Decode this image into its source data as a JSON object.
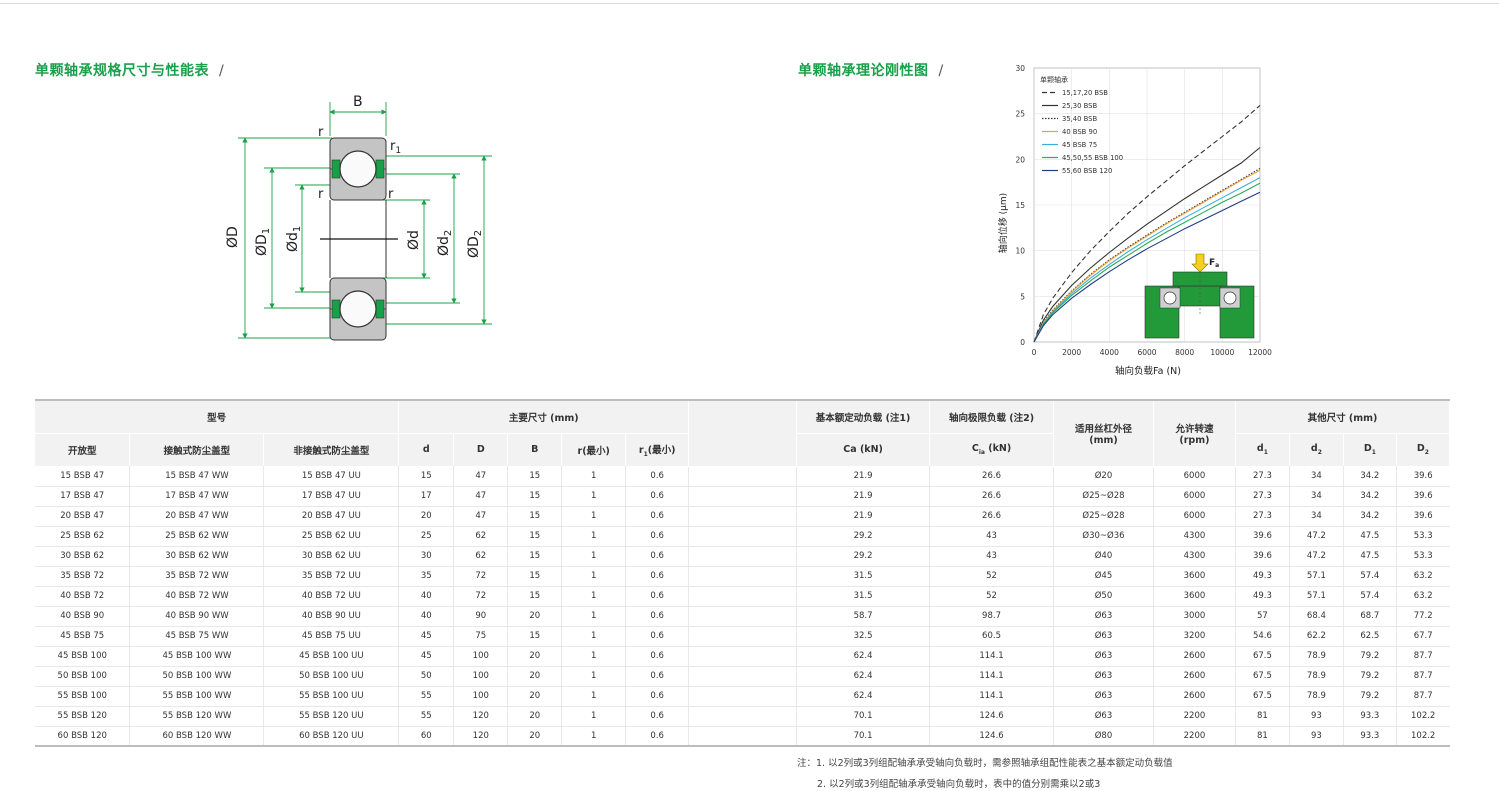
{
  "sections": {
    "spec_title": "单颗轴承规格尺寸与性能表",
    "chart_title": "单颗轴承理论刚性图",
    "slash": "/"
  },
  "diagram": {
    "B": "B",
    "r": "r",
    "r1": "r",
    "r1_sub": "1",
    "OD": "ØD",
    "OD1": "ØD",
    "Od1": "Ød",
    "Od": "Ød",
    "Od2": "Ød",
    "OD2": "ØD",
    "sub1": "1",
    "sub2": "2"
  },
  "chart_data": {
    "type": "line",
    "title": "",
    "xlabel": "轴向负载Fa (N)",
    "ylabel": "轴向位移 (μm)",
    "xlim": [
      0,
      12000
    ],
    "ylim": [
      0,
      30
    ],
    "x_ticks": [
      "0",
      "2000",
      "4000",
      "6000",
      "8000",
      "10000",
      "12000"
    ],
    "y_ticks": [
      "0",
      "5",
      "10",
      "15",
      "20",
      "25",
      "30"
    ],
    "legend_title": "单颗轴承",
    "legend_position": "top-left",
    "grid": true,
    "force_label": "F",
    "force_sub": "a",
    "x": [
      0,
      500,
      1000,
      2000,
      3000,
      4000,
      5000,
      6000,
      7000,
      8000,
      9000,
      10000,
      11000,
      12000
    ],
    "series": [
      {
        "name": "15,17,20 BSB",
        "color": "#333333",
        "dash": "dashed",
        "values": [
          0,
          3.0,
          4.8,
          7.6,
          10.0,
          12.1,
          14.1,
          15.9,
          17.6,
          19.3,
          20.9,
          22.5,
          24.1,
          25.9
        ]
      },
      {
        "name": "25,30 BSB",
        "color": "#333333",
        "dash": "solid",
        "values": [
          0,
          2.4,
          3.9,
          6.2,
          8.1,
          9.8,
          11.4,
          12.9,
          14.3,
          15.7,
          17.0,
          18.3,
          19.6,
          21.3
        ]
      },
      {
        "name": "35,40 BSB",
        "color": "#333333",
        "dash": "dotted",
        "values": [
          0,
          2.2,
          3.5,
          5.6,
          7.4,
          9.0,
          10.4,
          11.7,
          13.0,
          14.2,
          15.4,
          16.6,
          17.8,
          19.0
        ]
      },
      {
        "name": "40 BSB 90",
        "color": "#f0a030",
        "dash": "solid",
        "values": [
          0,
          2.1,
          3.4,
          5.5,
          7.3,
          8.9,
          10.3,
          11.6,
          12.9,
          14.1,
          15.3,
          16.5,
          17.7,
          18.8
        ]
      },
      {
        "name": "45 BSB 75",
        "color": "#3ab0e0",
        "dash": "solid",
        "values": [
          0,
          2.0,
          3.3,
          5.3,
          7.0,
          8.5,
          9.9,
          11.2,
          12.4,
          13.6,
          14.7,
          15.8,
          16.9,
          18.0
        ]
      },
      {
        "name": "45,50,55 BSB 100",
        "color": "#2eab5a",
        "dash": "solid",
        "values": [
          0,
          1.9,
          3.2,
          5.1,
          6.7,
          8.2,
          9.5,
          10.8,
          12.0,
          13.1,
          14.2,
          15.3,
          16.3,
          17.4
        ]
      },
      {
        "name": "55,60 BSB 120",
        "color": "#1f3d8c",
        "dash": "solid",
        "values": [
          0,
          1.8,
          3.0,
          4.8,
          6.3,
          7.7,
          9.0,
          10.2,
          11.3,
          12.4,
          13.4,
          14.4,
          15.4,
          16.4
        ]
      }
    ]
  },
  "table": {
    "group_headers": {
      "model": "型号",
      "main_dims": "主要尺寸 (mm)",
      "ca": "基本额定动负载 (注1)",
      "cia": "轴向极限负载 (注2)",
      "screw": "适用丝杠外径\n(mm)",
      "speed": "允许转速\n(rpm)",
      "other": "其他尺寸 (mm)"
    },
    "sub_headers": {
      "open": "开放型",
      "ww": "接触式防尘盖型",
      "uu": "非接触式防尘盖型",
      "d": "d",
      "D": "D",
      "B": "B",
      "r": "r(最小)",
      "r1": "r",
      "r1_sub": "1",
      "r1_tail": "(最小)",
      "ca": "Ca (kN)",
      "cia_pre": "C",
      "cia_sub": "ia",
      "cia_tail": " (kN)",
      "d1": "d",
      "d1_sub": "1",
      "d2": "d",
      "d2_sub": "2",
      "D1": "D",
      "D1_sub": "1",
      "D2": "D",
      "D2_sub": "2"
    },
    "rows": [
      [
        "15 BSB 47",
        "15 BSB 47 WW",
        "15 BSB 47 UU",
        "15",
        "47",
        "15",
        "1",
        "0.6",
        "21.9",
        "26.6",
        "Ø20",
        "6000",
        "27.3",
        "34",
        "34.2",
        "39.6"
      ],
      [
        "17 BSB 47",
        "17 BSB 47 WW",
        "17 BSB 47 UU",
        "17",
        "47",
        "15",
        "1",
        "0.6",
        "21.9",
        "26.6",
        "Ø25~Ø28",
        "6000",
        "27.3",
        "34",
        "34.2",
        "39.6"
      ],
      [
        "20 BSB 47",
        "20 BSB 47 WW",
        "20 BSB 47 UU",
        "20",
        "47",
        "15",
        "1",
        "0.6",
        "21.9",
        "26.6",
        "Ø25~Ø28",
        "6000",
        "27.3",
        "34",
        "34.2",
        "39.6"
      ],
      [
        "25 BSB 62",
        "25 BSB 62 WW",
        "25 BSB 62 UU",
        "25",
        "62",
        "15",
        "1",
        "0.6",
        "29.2",
        "43",
        "Ø30~Ø36",
        "4300",
        "39.6",
        "47.2",
        "47.5",
        "53.3"
      ],
      [
        "30 BSB 62",
        "30 BSB 62 WW",
        "30 BSB 62 UU",
        "30",
        "62",
        "15",
        "1",
        "0.6",
        "29.2",
        "43",
        "Ø40",
        "4300",
        "39.6",
        "47.2",
        "47.5",
        "53.3"
      ],
      [
        "35 BSB 72",
        "35 BSB 72 WW",
        "35 BSB 72 UU",
        "35",
        "72",
        "15",
        "1",
        "0.6",
        "31.5",
        "52",
        "Ø45",
        "3600",
        "49.3",
        "57.1",
        "57.4",
        "63.2"
      ],
      [
        "40 BSB 72",
        "40 BSB 72 WW",
        "40 BSB 72 UU",
        "40",
        "72",
        "15",
        "1",
        "0.6",
        "31.5",
        "52",
        "Ø50",
        "3600",
        "49.3",
        "57.1",
        "57.4",
        "63.2"
      ],
      [
        "40 BSB 90",
        "40 BSB 90 WW",
        "40 BSB 90 UU",
        "40",
        "90",
        "20",
        "1",
        "0.6",
        "58.7",
        "98.7",
        "Ø63",
        "3000",
        "57",
        "68.4",
        "68.7",
        "77.2"
      ],
      [
        "45 BSB 75",
        "45 BSB 75 WW",
        "45 BSB 75 UU",
        "45",
        "75",
        "15",
        "1",
        "0.6",
        "32.5",
        "60.5",
        "Ø63",
        "3200",
        "54.6",
        "62.2",
        "62.5",
        "67.7"
      ],
      [
        "45 BSB 100",
        "45 BSB 100 WW",
        "45 BSB 100 UU",
        "45",
        "100",
        "20",
        "1",
        "0.6",
        "62.4",
        "114.1",
        "Ø63",
        "2600",
        "67.5",
        "78.9",
        "79.2",
        "87.7"
      ],
      [
        "50 BSB 100",
        "50 BSB 100 WW",
        "50 BSB 100 UU",
        "50",
        "100",
        "20",
        "1",
        "0.6",
        "62.4",
        "114.1",
        "Ø63",
        "2600",
        "67.5",
        "78.9",
        "79.2",
        "87.7"
      ],
      [
        "55 BSB 100",
        "55 BSB 100 WW",
        "55 BSB 100 UU",
        "55",
        "100",
        "20",
        "1",
        "0.6",
        "62.4",
        "114.1",
        "Ø63",
        "2600",
        "67.5",
        "78.9",
        "79.2",
        "87.7"
      ],
      [
        "55 BSB 120",
        "55 BSB 120 WW",
        "55 BSB 120 UU",
        "55",
        "120",
        "20",
        "1",
        "0.6",
        "70.1",
        "124.6",
        "Ø63",
        "2200",
        "81",
        "93",
        "93.3",
        "102.2"
      ],
      [
        "60 BSB 120",
        "60 BSB 120 WW",
        "60 BSB 120 UU",
        "60",
        "120",
        "20",
        "1",
        "0.6",
        "70.1",
        "124.6",
        "Ø80",
        "2200",
        "81",
        "93",
        "93.3",
        "102.2"
      ]
    ]
  },
  "notes": {
    "n1": "注：1. 以2列或3列组配轴承承受轴向负载时，需参照轴承组配性能表之基本额定动负载值",
    "n2": "2. 以2列或3列组配轴承承受轴向负载时，表中的值分别需乘以2或3"
  },
  "colors": {
    "accent_green": "#1aa04a",
    "seal_green": "#18a048",
    "housing_green": "#229a3a",
    "arrow_yellow": "#f4d020"
  }
}
